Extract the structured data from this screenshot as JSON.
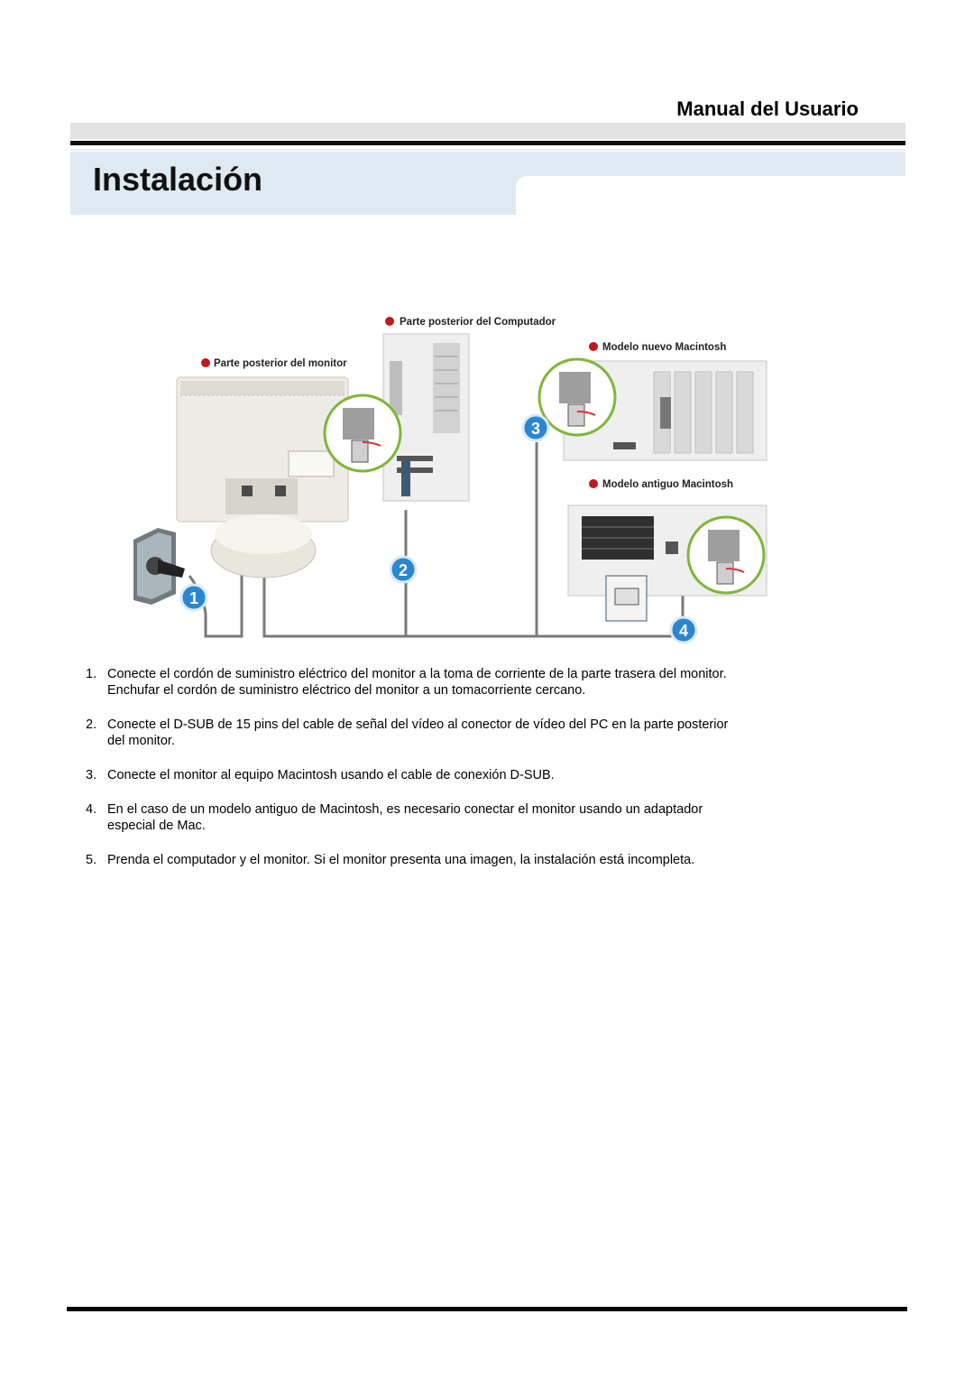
{
  "header": {
    "manual_title": "Manual del Usuario"
  },
  "page": {
    "title": "Instalación"
  },
  "diagram": {
    "labels": {
      "monitor_back": "Parte posterior del monitor",
      "computer_back": "Parte posterior del Computador",
      "mac_new": "Modelo nuevo Macintosh",
      "mac_old": "Modelo antiguo Macintosh"
    },
    "callouts": [
      "1",
      "2",
      "3",
      "4"
    ]
  },
  "steps": [
    {
      "num": "1.",
      "lines": [
        "Conecte el cordón de suministro eléctrico del monitor a la toma de corriente de la parte trasera del monitor.",
        "Enchufar el cordón de suministro eléctrico del monitor a un tomacorriente cercano."
      ]
    },
    {
      "num": "2.",
      "lines": [
        "Conecte el D-SUB de 15 pins del cable de señal del vídeo al conector de vídeo del PC en la parte posterior del monitor."
      ]
    },
    {
      "num": "3.",
      "lines": [
        "Conecte el monitor al equipo Macintosh usando el cable de conexión D-SUB."
      ]
    },
    {
      "num": "4.",
      "lines": [
        "En el caso de un modelo antiguo de Macintosh, es necesario conectar el monitor usando un adaptador especial de Mac."
      ]
    },
    {
      "num": "5.",
      "lines": [
        "Prenda el computador y el monitor. Si el monitor presenta una imagen, la instalación está incompleta."
      ]
    }
  ]
}
